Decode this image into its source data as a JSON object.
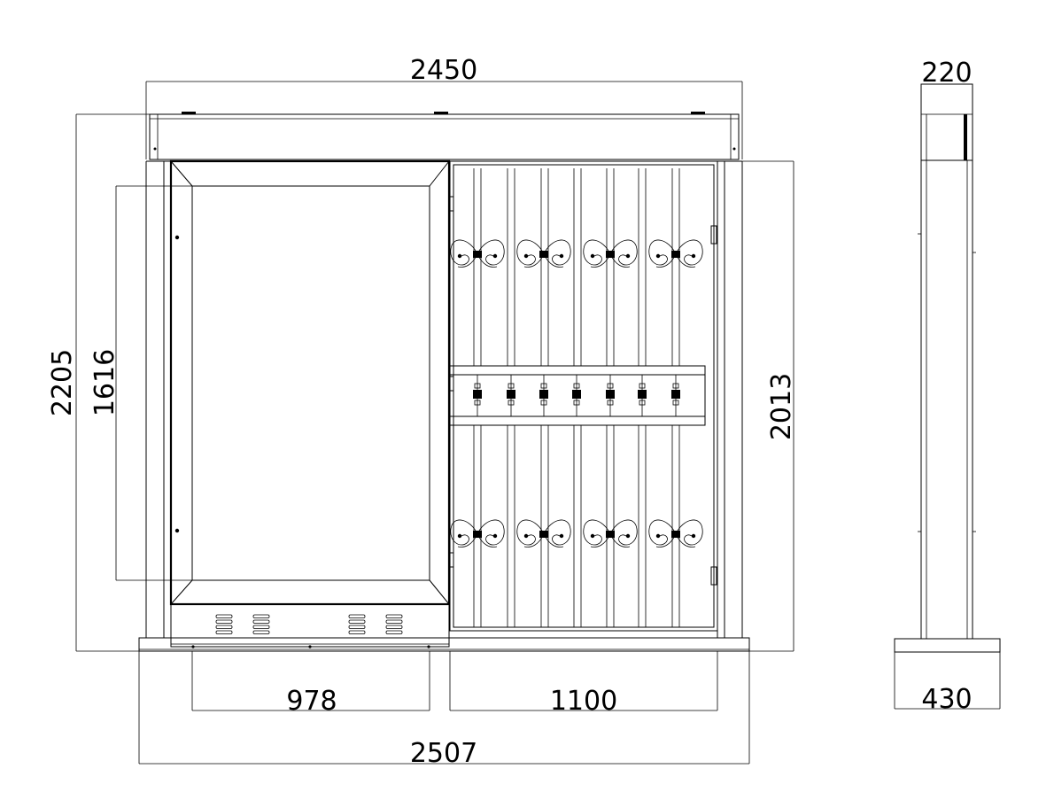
{
  "drawing": {
    "front_view": {
      "overall_width_top": "2450",
      "overall_width_base": "2507",
      "overall_height": "2205",
      "display_height": "1616",
      "right_height": "2013",
      "display_width": "978",
      "grille_width": "1100"
    },
    "side_view": {
      "top_depth": "220",
      "base_depth": "430"
    }
  },
  "colors": {
    "line": "#000000",
    "background": "#ffffff"
  }
}
